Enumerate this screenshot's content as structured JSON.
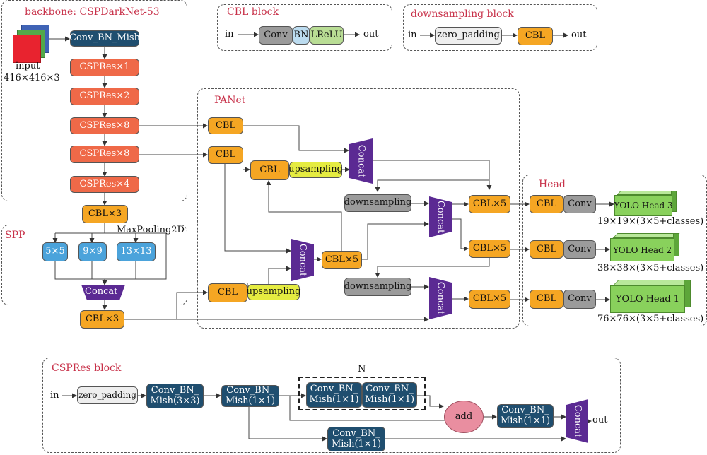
{
  "groups": {
    "backbone": "backbone: CSPDarkNet-53",
    "cbl_block": "CBL block",
    "downsampling_block": "downsampling block",
    "panet": "PANet",
    "head": "Head",
    "spp": "SPP",
    "cspres_block": "CSPRes block"
  },
  "backbone": {
    "input_label": "input",
    "input_size": "416×416×3",
    "conv_bn_mish": "Conv_BN_Mish",
    "cspres_1": "CSPRes×1",
    "cspres_2": "CSPRes×2",
    "cspres_8a": "CSPRes×8",
    "cspres_8b": "CSPRes×8",
    "cspres_4": "CSPRes×4"
  },
  "cbl_block": {
    "in": "in",
    "conv": "Conv",
    "bn": "BN",
    "lrelu": "LReLU",
    "out": "out"
  },
  "downsampling_block": {
    "in": "in",
    "zero_padding": "zero_padding",
    "cbl": "CBL",
    "out": "out"
  },
  "spp": {
    "cbl_x3_top": "CBL×3",
    "maxpooling": "MaxPooling2D",
    "pool_5": "5×5",
    "pool_9": "9×9",
    "pool_13": "13×13",
    "concat": "Concat",
    "cbl_x3_bottom": "CBL×3"
  },
  "panet": {
    "cbl_1": "CBL",
    "cbl_2": "CBL",
    "cbl_up": "CBL",
    "upsampling_1": "upsampling",
    "concat_1": "Concat",
    "cbl_x5_1": "CBL×5",
    "downsampling_1": "downsampling",
    "concat_2": "Concat",
    "cbl_x5_2": "CBL×5",
    "concat_3": "Concat",
    "cbl_x5_3": "CBL×5",
    "cbl_low": "CBL",
    "upsampling_2": "upsampling",
    "downsampling_2": "downsampling",
    "concat_4": "Concat",
    "cbl_x5_4": "CBL×5"
  },
  "head": {
    "rows": [
      {
        "cbl": "CBL",
        "conv": "Conv",
        "yolo": "YOLO Head 3",
        "size": "19×19×(3×5+classes)"
      },
      {
        "cbl": "CBL",
        "conv": "Conv",
        "yolo": "YOLO Head 2",
        "size": "38×38×(3×5+classes)"
      },
      {
        "cbl": "CBL",
        "conv": "Conv",
        "yolo": "YOLO Head 1",
        "size": "76×76×(3×5+classes)"
      }
    ]
  },
  "cspres_block": {
    "in": "in",
    "zero_padding": "zero_padding",
    "conv_3x3": [
      "Conv_BN_",
      "Mish(3×3)"
    ],
    "conv_1x1_a": [
      "Conv_BN_",
      "Mish(1×1)"
    ],
    "n_label": "N",
    "conv_1x1_n1": [
      "Conv_BN_",
      "Mish(1×1)"
    ],
    "conv_1x1_n2": [
      "Conv_BN_",
      "Mish(1×1)"
    ],
    "add": "add",
    "conv_1x1_b": [
      "Conv_BN_",
      "Mish(1×1)"
    ],
    "conv_1x1_bottom": [
      "Conv_BN_",
      "Mish(1×1)"
    ],
    "concat": "Concat",
    "out": "out"
  },
  "colors": {
    "navy": "#1f4e6f",
    "red": "#ef6948",
    "orange": "#f5a623",
    "blue": "#4ba3db",
    "gray": "#9b9b9b",
    "yellow": "#e5ec41",
    "green": "#89d15c",
    "purple": "#5b2a93",
    "pink": "#e98ea0",
    "title_red": "#c8324a"
  }
}
